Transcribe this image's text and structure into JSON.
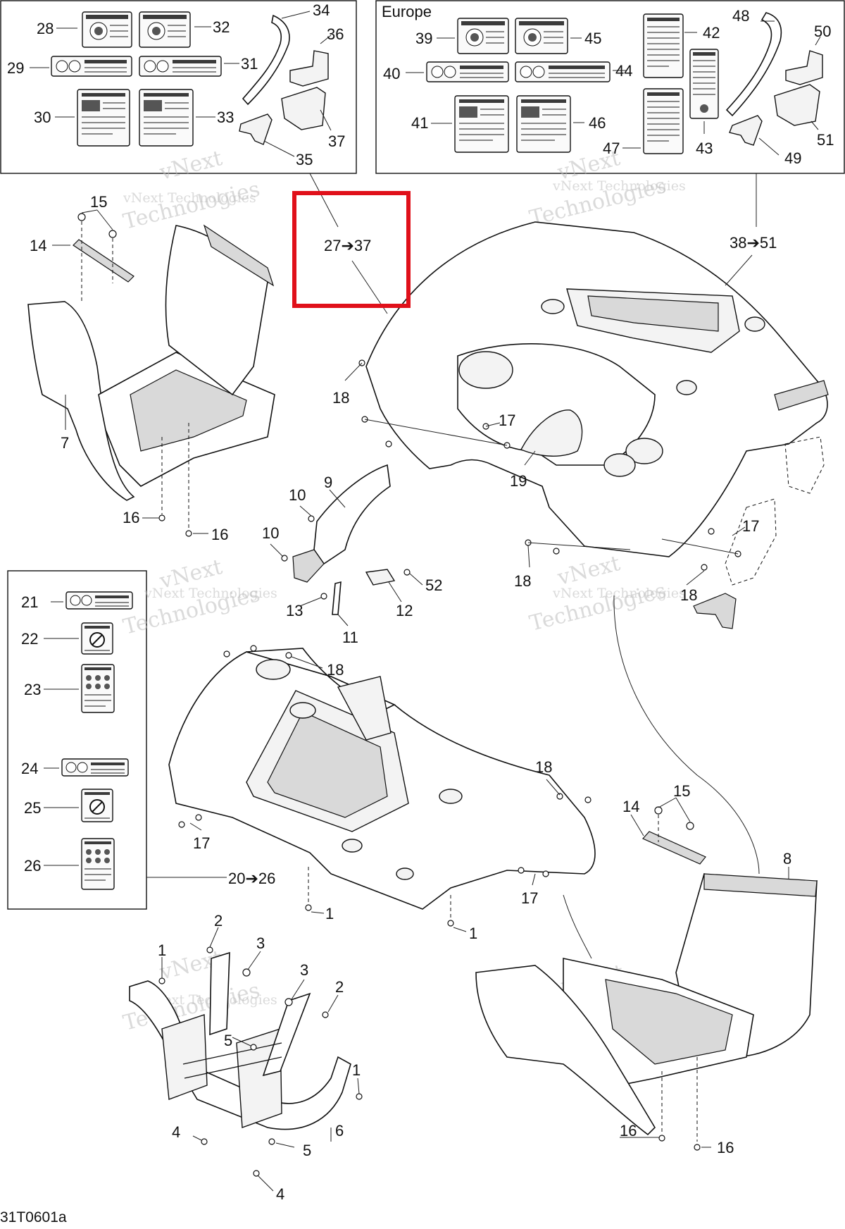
{
  "diagram": {
    "image_code": "31T0601a",
    "region_title": "Europe",
    "watermark": [
      "vNext",
      "Technologies",
      "vNext Technologies"
    ],
    "highlight_color": "#e0101a",
    "callouts": {
      "c1a": "1",
      "c1b": "1",
      "c1c": "1",
      "c1d": "1",
      "c2a": "2",
      "c2b": "2",
      "c3a": "3",
      "c3b": "3",
      "c4a": "4",
      "c4b": "4",
      "c5a": "5",
      "c5b": "5",
      "c6": "6",
      "c7": "7",
      "c8": "8",
      "c9": "9",
      "c10a": "10",
      "c10b": "10",
      "c11": "11",
      "c12": "12",
      "c13": "13",
      "c14a": "14",
      "c14b": "14",
      "c15a": "15",
      "c15b": "15",
      "c16a": "16",
      "c16b": "16",
      "c16c": "16",
      "c16d": "16",
      "c17a": "17",
      "c17b": "17",
      "c17c": "17",
      "c17d": "17",
      "c18a": "18",
      "c18b": "18",
      "c18c": "18",
      "c18d": "18",
      "c18e": "18",
      "c19": "19",
      "c21": "21",
      "c22": "22",
      "c23": "23",
      "c24": "24",
      "c25": "25",
      "c26": "26",
      "c28": "28",
      "c29": "29",
      "c30": "30",
      "c31": "31",
      "c32": "32",
      "c33": "33",
      "c34": "34",
      "c35": "35",
      "c36": "36",
      "c37": "37",
      "c39": "39",
      "c40": "40",
      "c41": "41",
      "c42": "42",
      "c43": "43",
      "c44": "44",
      "c45": "45",
      "c46": "46",
      "c47": "47",
      "c48": "48",
      "c49": "49",
      "c50": "50",
      "c51": "51",
      "c52": "52"
    },
    "ranges": {
      "r27_37": "27➔37",
      "r38_51": "38➔51",
      "r20_26": "20➔26"
    }
  }
}
